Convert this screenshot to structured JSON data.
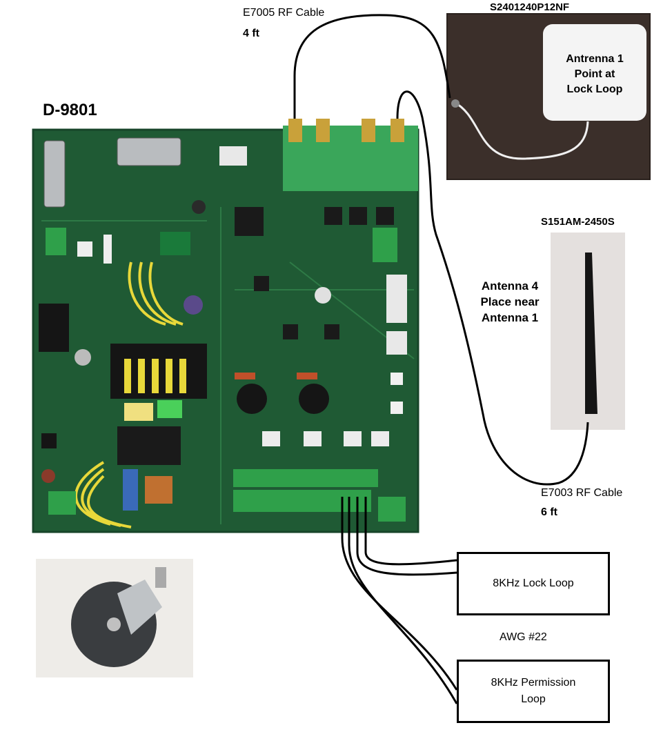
{
  "board": {
    "title": "D-9801"
  },
  "cables": {
    "top": {
      "name": "E7005 RF Cable",
      "length": "4 ft"
    },
    "right": {
      "name": "E7003 RF Cable",
      "length": "6 ft"
    }
  },
  "antenna1": {
    "part": "S2401240P12NF",
    "lines": [
      "Antrenna 1",
      "Point at",
      "Lock Loop"
    ]
  },
  "antenna4": {
    "part": "S151AM-2450S",
    "lines": [
      "Antenna 4",
      "Place near",
      "Antenna 1"
    ]
  },
  "loops": {
    "lock": "8KHz Lock Loop",
    "permission_line1": "8KHz Permission",
    "permission_line2": "Loop"
  },
  "wire": {
    "gauge": "AWG #22"
  },
  "colors": {
    "pcb": "#1f5a34",
    "pcb_light": "#2e7a46",
    "carpet": "#3b2f2a",
    "antenna4_bg": "#e4e0de"
  }
}
